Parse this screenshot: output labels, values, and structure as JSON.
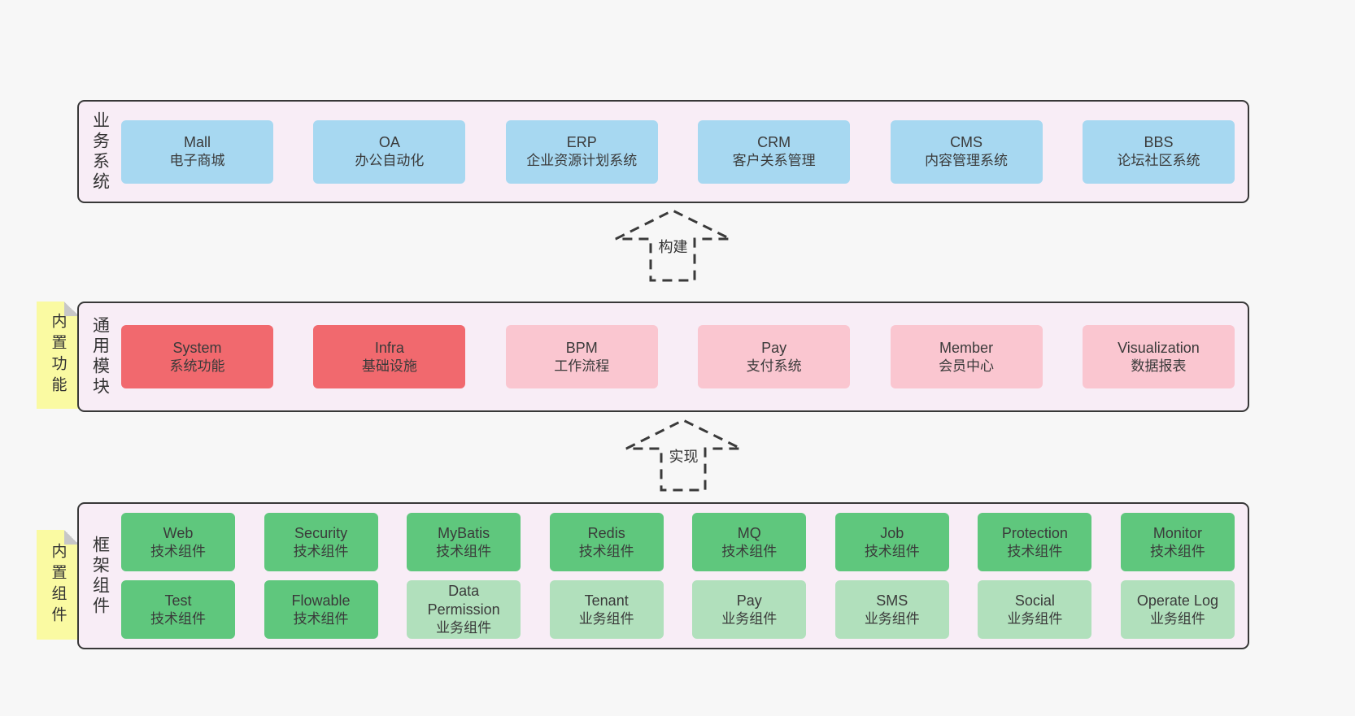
{
  "palette": {
    "page_bg": "#f7f7f7",
    "layer_bg": "#f8edf6",
    "layer_border": "#383838",
    "blue": "#a7d8f1",
    "red": "#f1696e",
    "pink": "#fac6d0",
    "green": "#5fc77d",
    "green_light": "#b1e0bc",
    "note_yellow": "#fafaa2",
    "text": "#3a3a3a"
  },
  "layers": [
    {
      "label": "业务系统",
      "rows": [
        [
          {
            "en": "Mall",
            "zh": "电子商城",
            "variant": "blue"
          },
          {
            "en": "OA",
            "zh": "办公自动化",
            "variant": "blue"
          },
          {
            "en": "ERP",
            "zh": "企业资源计划系统",
            "variant": "blue"
          },
          {
            "en": "CRM",
            "zh": "客户关系管理",
            "variant": "blue"
          },
          {
            "en": "CMS",
            "zh": "内容管理系统",
            "variant": "blue"
          },
          {
            "en": "BBS",
            "zh": "论坛社区系统",
            "variant": "blue"
          }
        ]
      ]
    },
    {
      "label": "通用模块",
      "note": "内置功能",
      "rows": [
        [
          {
            "en": "System",
            "zh": "系统功能",
            "variant": "red"
          },
          {
            "en": "Infra",
            "zh": "基础设施",
            "variant": "red"
          },
          {
            "en": "BPM",
            "zh": "工作流程",
            "variant": "pink"
          },
          {
            "en": "Pay",
            "zh": "支付系统",
            "variant": "pink"
          },
          {
            "en": "Member",
            "zh": "会员中心",
            "variant": "pink"
          },
          {
            "en": "Visualization",
            "zh": "数据报表",
            "variant": "pink"
          }
        ]
      ]
    },
    {
      "label": "框架组件",
      "note": "内置组件",
      "rows": [
        [
          {
            "en": "Web",
            "zh": "技术组件",
            "variant": "green"
          },
          {
            "en": "Security",
            "zh": "技术组件",
            "variant": "green"
          },
          {
            "en": "MyBatis",
            "zh": "技术组件",
            "variant": "green"
          },
          {
            "en": "Redis",
            "zh": "技术组件",
            "variant": "green"
          },
          {
            "en": "MQ",
            "zh": "技术组件",
            "variant": "green"
          },
          {
            "en": "Job",
            "zh": "技术组件",
            "variant": "green"
          },
          {
            "en": "Protection",
            "zh": "技术组件",
            "variant": "green"
          },
          {
            "en": "Monitor",
            "zh": "技术组件",
            "variant": "green"
          }
        ],
        [
          {
            "en": "Test",
            "zh": "技术组件",
            "variant": "green"
          },
          {
            "en": "Flowable",
            "zh": "技术组件",
            "variant": "green"
          },
          {
            "en": "Data Permission",
            "zh": "业务组件",
            "variant": "green_light"
          },
          {
            "en": "Tenant",
            "zh": "业务组件",
            "variant": "green_light"
          },
          {
            "en": "Pay",
            "zh": "业务组件",
            "variant": "green_light"
          },
          {
            "en": "SMS",
            "zh": "业务组件",
            "variant": "green_light"
          },
          {
            "en": "Social",
            "zh": "业务组件",
            "variant": "green_light"
          },
          {
            "en": "Operate Log",
            "zh": "业务组件",
            "variant": "green_light"
          }
        ]
      ]
    }
  ],
  "arrows": [
    {
      "label": "构建"
    },
    {
      "label": "实现"
    }
  ]
}
